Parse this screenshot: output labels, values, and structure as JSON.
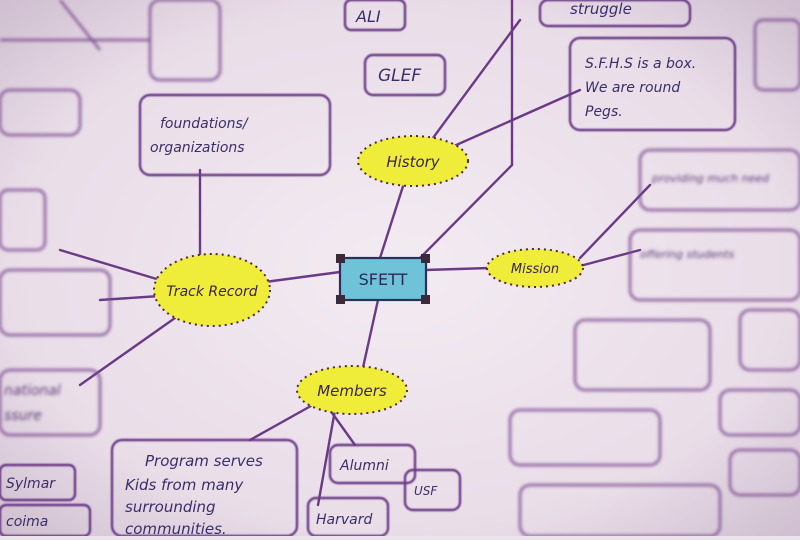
{
  "colors": {
    "paper": "#efe6ee",
    "ink": "#6a3a86",
    "center_fill": "#6ec3d8",
    "highlight": "#f0ec3a",
    "dots": "#4a2a3a"
  },
  "center": {
    "label": "SFETT"
  },
  "branches": {
    "history": "History",
    "track_record": "Track Record",
    "mission": "Mission",
    "members": "Members"
  },
  "notes": {
    "sfhs_line1": "S.F.H.S is a box.",
    "sfhs_line2": "We are round",
    "sfhs_line3": "Pegs.",
    "program_line1": "Program serves",
    "program_line2": "Kids from many",
    "program_line3": "surrounding",
    "program_line4": "communities.",
    "struggle": "struggle",
    "ali": "ALI",
    "glef": "GLEF",
    "foundations_line1": "foundations/",
    "foundations_line2": "organizations",
    "alumni": "Alumni",
    "harvard": "Harvard",
    "usf": "USF",
    "sylmar": "Sylmar",
    "pacoima": "coima",
    "national_line1": "national",
    "national_line2": "ssure",
    "providing": "providing much need",
    "offering": "offering students"
  }
}
